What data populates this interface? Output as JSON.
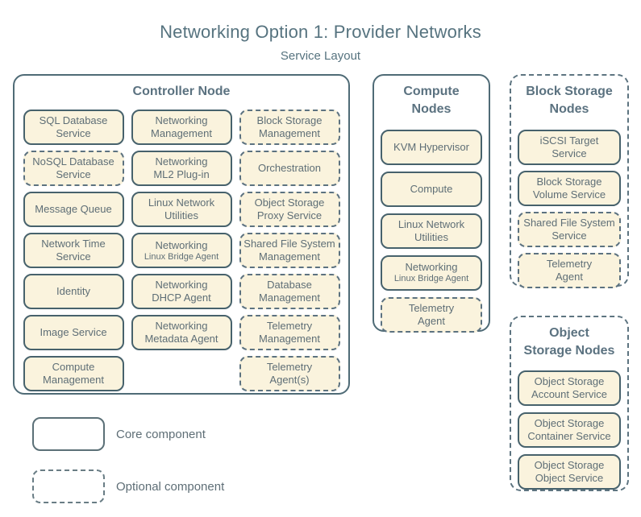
{
  "title": "Networking Option 1: Provider Networks",
  "subtitle": "Service Layout",
  "colors": {
    "background": "#ffffff",
    "box_fill": "#faf3dd",
    "core_border": "#47626c",
    "optional_border": "#5c7280",
    "heading_text": "#5b7280",
    "body_text": "#5e6e76",
    "title_text": "#56737f"
  },
  "groups": [
    {
      "name": "controller-node",
      "label": "Controller Node",
      "border": "solid",
      "items": [
        {
          "label": "SQL Database\nService",
          "type": "core"
        },
        {
          "label": "Networking\nManagement",
          "type": "core"
        },
        {
          "label": "Block Storage\nManagement",
          "type": "optional"
        },
        {
          "label": "NoSQL Database\nService",
          "type": "optional"
        },
        {
          "label": "Networking\nML2 Plug-in",
          "type": "core"
        },
        {
          "label": "Orchestration",
          "type": "optional"
        },
        {
          "label": "Message Queue",
          "type": "core"
        },
        {
          "label": "Linux Network\nUtilities",
          "type": "core"
        },
        {
          "label": "Object Storage\nProxy Service",
          "type": "optional"
        },
        {
          "label": "Network Time\nService",
          "type": "core"
        },
        {
          "label": "Networking",
          "sublabel": "Linux Bridge Agent",
          "type": "core"
        },
        {
          "label": "Shared File System\nManagement",
          "type": "optional"
        },
        {
          "label": "Identity",
          "type": "core"
        },
        {
          "label": "Networking\nDHCP Agent",
          "type": "core"
        },
        {
          "label": "Database\nManagement",
          "type": "optional"
        },
        {
          "label": "Image Service",
          "type": "core"
        },
        {
          "label": "Networking\nMetadata Agent",
          "type": "core"
        },
        {
          "label": "Telemetry\nManagement",
          "type": "optional"
        },
        {
          "label": "Compute\nManagement",
          "type": "core"
        },
        {
          "label": "",
          "type": "spacer"
        },
        {
          "label": "Telemetry\nAgent(s)",
          "type": "optional"
        }
      ]
    },
    {
      "name": "compute-nodes",
      "label": "Compute\nNodes",
      "border": "solid",
      "items": [
        {
          "label": "KVM Hypervisor",
          "type": "core"
        },
        {
          "label": "Compute",
          "type": "core"
        },
        {
          "label": "Linux Network\nUtilities",
          "type": "core"
        },
        {
          "label": "Networking",
          "sublabel": "Linux Bridge Agent",
          "type": "core"
        },
        {
          "label": "Telemetry\nAgent",
          "type": "optional"
        }
      ]
    },
    {
      "name": "block-storage-nodes",
      "label": "Block Storage\nNodes",
      "border": "dashed",
      "items": [
        {
          "label": "iSCSI Target\nService",
          "type": "core"
        },
        {
          "label": "Block Storage\nVolume Service",
          "type": "core"
        },
        {
          "label": "Shared File System\nService",
          "type": "optional"
        },
        {
          "label": "Telemetry\nAgent",
          "type": "optional"
        }
      ]
    },
    {
      "name": "object-storage-nodes",
      "label": "Object\nStorage Nodes",
      "border": "dashed",
      "items": [
        {
          "label": "Object Storage\nAccount Service",
          "type": "core"
        },
        {
          "label": "Object Storage\nContainer Service",
          "type": "core"
        },
        {
          "label": "Object Storage\nObject Service",
          "type": "core"
        }
      ]
    }
  ],
  "legend": [
    {
      "label": "Core component",
      "border": "solid"
    },
    {
      "label": "Optional component",
      "border": "dashed"
    }
  ]
}
